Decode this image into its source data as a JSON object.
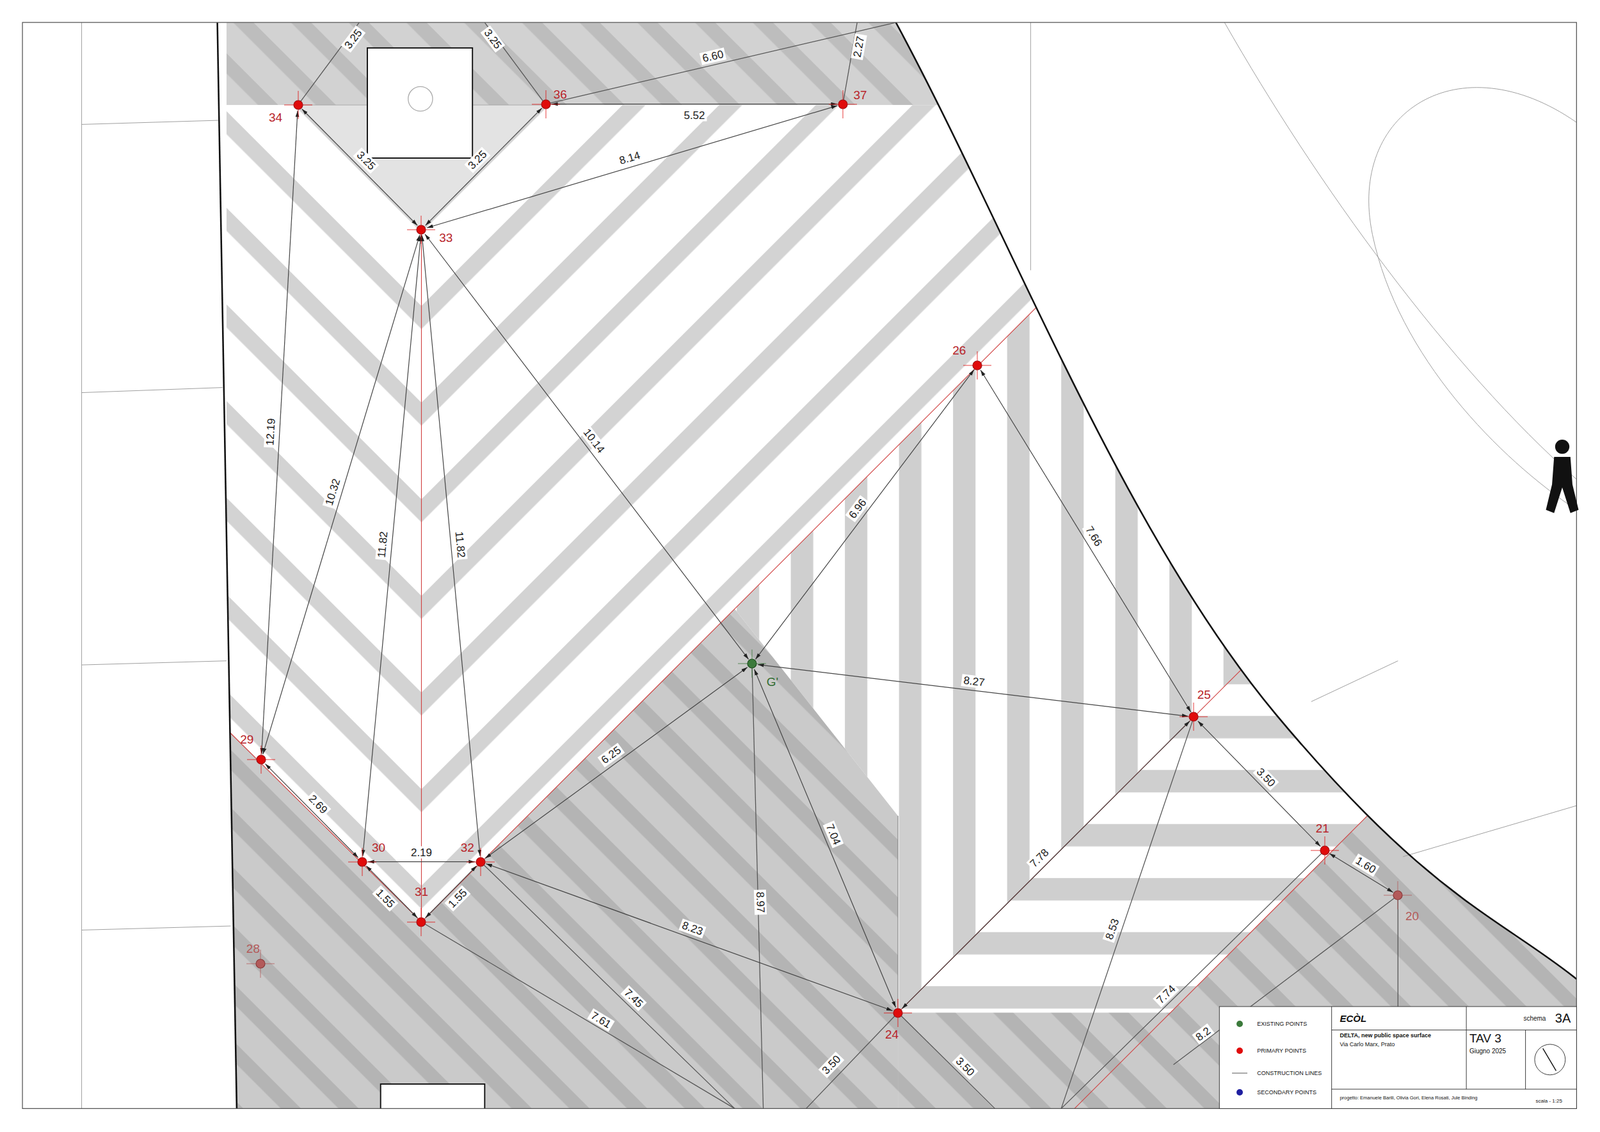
{
  "diagram": {
    "nodes": [
      {
        "text": [
          "34"
        ]
      },
      {
        "text": [
          "36"
        ]
      },
      {
        "text": [
          "37"
        ]
      },
      {
        "text": [
          "33"
        ]
      },
      {
        "text": [
          "26"
        ]
      },
      {
        "text": [
          "G'"
        ]
      },
      {
        "text": [
          "25"
        ]
      },
      {
        "text": [
          "29"
        ]
      },
      {
        "text": [
          "30"
        ]
      },
      {
        "text": [
          "32"
        ]
      },
      {
        "text": [
          "31"
        ]
      },
      {
        "text": [
          "21"
        ]
      },
      {
        "text": [
          "20"
        ]
      },
      {
        "text": [
          "28"
        ]
      },
      {
        "text": [
          "24"
        ]
      }
    ],
    "edges": [
      {
        "from": 3,
        "to": 0,
        "label": "3.25",
        "arrow": "both"
      },
      {
        "from": 3,
        "to": 1,
        "label": "3.25",
        "arrow": "both"
      },
      {
        "from": 1,
        "to": 2,
        "label": "5.52",
        "arrow": "both"
      },
      {
        "from": 3,
        "to": 2,
        "label": "8.14",
        "arrow": "both"
      },
      {
        "from": 0,
        "to": 7,
        "label": "12.19",
        "arrow": "both"
      },
      {
        "from": 3,
        "to": 7,
        "label": "10.32",
        "arrow": "both"
      },
      {
        "from": 3,
        "to": 8,
        "label": "11.82",
        "arrow": "both"
      },
      {
        "from": 3,
        "to": 9,
        "label": "11.82",
        "arrow": "both"
      },
      {
        "from": 3,
        "to": 5,
        "label": "10.14",
        "arrow": "both"
      },
      {
        "from": 5,
        "to": 4,
        "label": "6.96",
        "arrow": "both"
      },
      {
        "from": 4,
        "to": 6,
        "label": "7.66",
        "arrow": "both"
      },
      {
        "from": 5,
        "to": 6,
        "label": "8.27",
        "arrow": "both"
      },
      {
        "from": 6,
        "to": 11,
        "label": "3.50",
        "arrow": "both"
      },
      {
        "from": 11,
        "to": 12,
        "label": "1.60",
        "arrow": "both"
      },
      {
        "from": 5,
        "to": 9,
        "label": "6.25",
        "arrow": "both"
      },
      {
        "from": 5,
        "to": 14,
        "label": "7.04",
        "arrow": "both"
      },
      {
        "from": 7,
        "to": 8,
        "label": "2.69",
        "arrow": "both"
      },
      {
        "from": 8,
        "to": 9,
        "label": "2.19",
        "arrow": "both"
      },
      {
        "from": 8,
        "to": 10,
        "label": "1.55",
        "arrow": "both"
      },
      {
        "from": 9,
        "to": 10,
        "label": "1.55",
        "arrow": "both"
      },
      {
        "from": 9,
        "to": 14,
        "label": "8.23",
        "arrow": "both"
      },
      {
        "from": 14,
        "to": 6,
        "label": "7.78",
        "arrow": "both"
      }
    ],
    "labels": [
      "3.25",
      "3.25",
      "6.60",
      "2.27",
      "8.97",
      "7.45",
      "7.61",
      "8.53",
      "7.74",
      "8.2",
      "3.50",
      "3.50",
      "ECÒL",
      "schema",
      "3A",
      "DELTA, new public space surface",
      "Via Carlo Marx, Prato",
      "TAV 3",
      "Giugno 2025",
      "progetto: Emanuele Barili, Olivia Gori, Elena Rosati, Jule Binding",
      "scala - 1:25"
    ],
    "legend": [
      {
        "text": "EXISTING POINTS",
        "color": "#3b7a3b"
      },
      {
        "text": "PRIMARY POINTS",
        "color": "#e00b0b"
      },
      {
        "text": "CONSTRUCTION LINES"
      },
      {
        "text": "SECONDARY POINTS",
        "color": "#1f1fa0"
      }
    ]
  }
}
